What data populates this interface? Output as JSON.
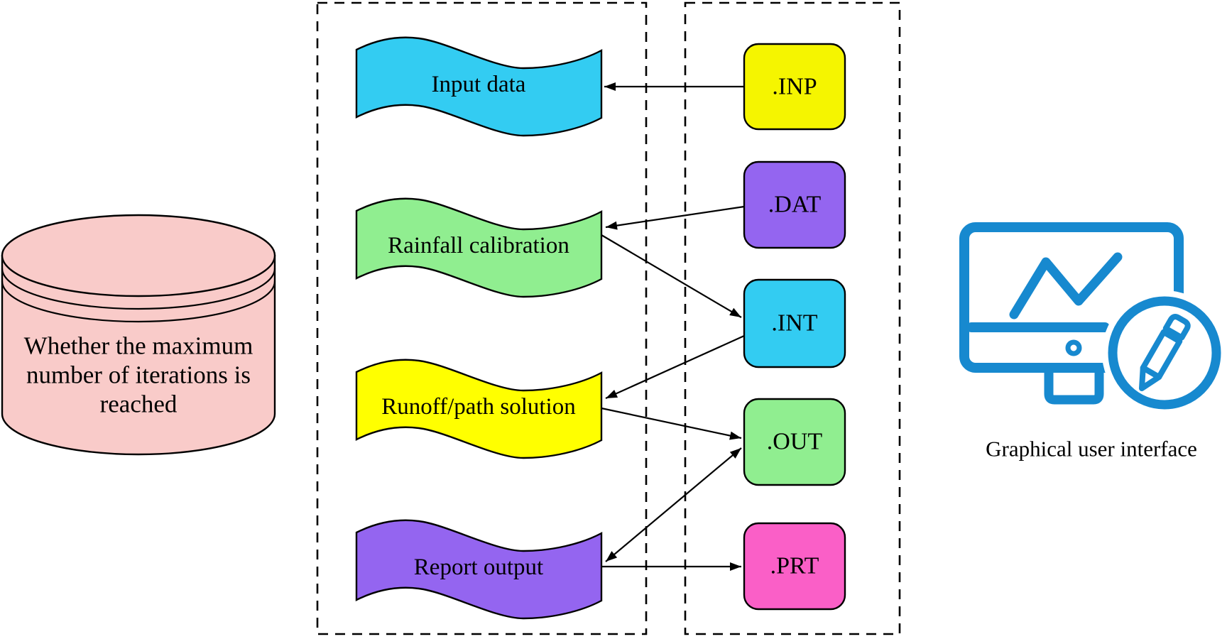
{
  "decision_node": {
    "lines": [
      "Whether the maximum",
      "number of iterations is",
      "reached"
    ],
    "fill": "#F9CBC9"
  },
  "process_group": {
    "processes": [
      {
        "label": "Input data",
        "fill": "#33CCF2"
      },
      {
        "label": "Rainfall calibration",
        "fill": "#90EE90"
      },
      {
        "label": "Runoff/path solution",
        "fill": "#FFFF00"
      },
      {
        "label": "Report output",
        "fill": "#9465F0"
      }
    ]
  },
  "file_group": {
    "files": [
      {
        "label": ".INP",
        "fill": "#F5F500"
      },
      {
        "label": ".DAT",
        "fill": "#9465F0"
      },
      {
        "label": ".INT",
        "fill": "#33CCF2"
      },
      {
        "label": ".OUT",
        "fill": "#90EE90"
      },
      {
        "label": ".PRT",
        "fill": "#FA5FC7"
      }
    ]
  },
  "gui": {
    "caption": "Graphical user interface",
    "color": "#1789CF"
  },
  "connections": [
    {
      "from": ".INP",
      "to": "Input data",
      "arrow": "into-process"
    },
    {
      "from": ".DAT",
      "to": "Rainfall calibration",
      "arrow": "into-process"
    },
    {
      "from": "Rainfall calibration",
      "to": ".INT",
      "arrow": "into-file"
    },
    {
      "from": ".INT",
      "to": "Runoff/path solution",
      "arrow": "into-process"
    },
    {
      "from": "Runoff/path solution",
      "to": ".OUT",
      "arrow": "into-file"
    },
    {
      "from": ".OUT",
      "to": "Report output",
      "arrow": "bidirectional"
    },
    {
      "from": "Report output",
      "to": ".PRT",
      "arrow": "into-file"
    }
  ]
}
